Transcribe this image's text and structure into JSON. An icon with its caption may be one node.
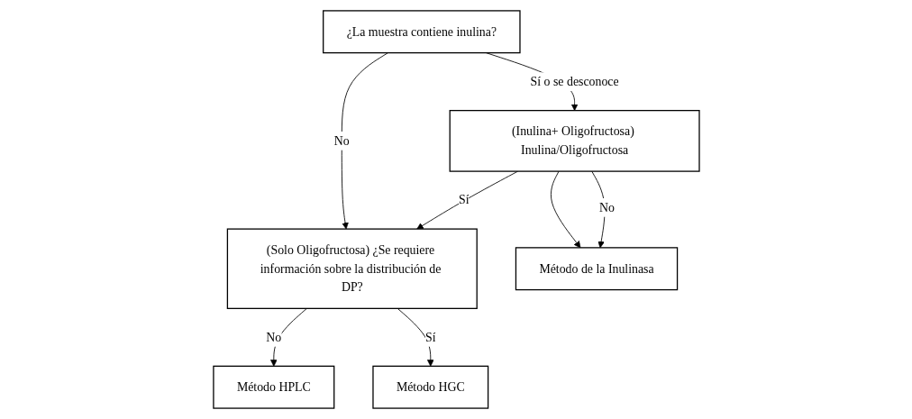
{
  "diagram": {
    "nodes": [
      {
        "text": [
          "¿La muestra contiene inulina?"
        ]
      },
      {
        "text": [
          "(Solo Oligofructosa) ¿Se requiere información sobre la distribución de DP?"
        ]
      },
      {
        "text": [
          "(Inulina+ Oligofructosa) Inulina/Oligofructosa"
        ]
      },
      {
        "text": [
          "Método HPLC"
        ]
      },
      {
        "text": [
          "Método HGC"
        ]
      },
      {
        "text": [
          "Método de la Inulinasa"
        ]
      }
    ],
    "edges": [
      {
        "from": 0,
        "to": 1,
        "arrow": "to",
        "label": "No"
      },
      {
        "from": 0,
        "to": 2,
        "arrow": "to",
        "label": "Sí o se desconoce"
      },
      {
        "from": 2,
        "to": 1,
        "arrow": "to",
        "label": "Sí"
      },
      {
        "from": 2,
        "to": 5,
        "arrow": "to"
      },
      {
        "from": 1,
        "to": 3,
        "arrow": "to",
        "label": "No"
      },
      {
        "from": 1,
        "to": 4,
        "arrow": "to",
        "label": "Sí"
      },
      {
        "from": 2,
        "to": 5,
        "arrow": "to",
        "label": "No"
      }
    ]
  }
}
